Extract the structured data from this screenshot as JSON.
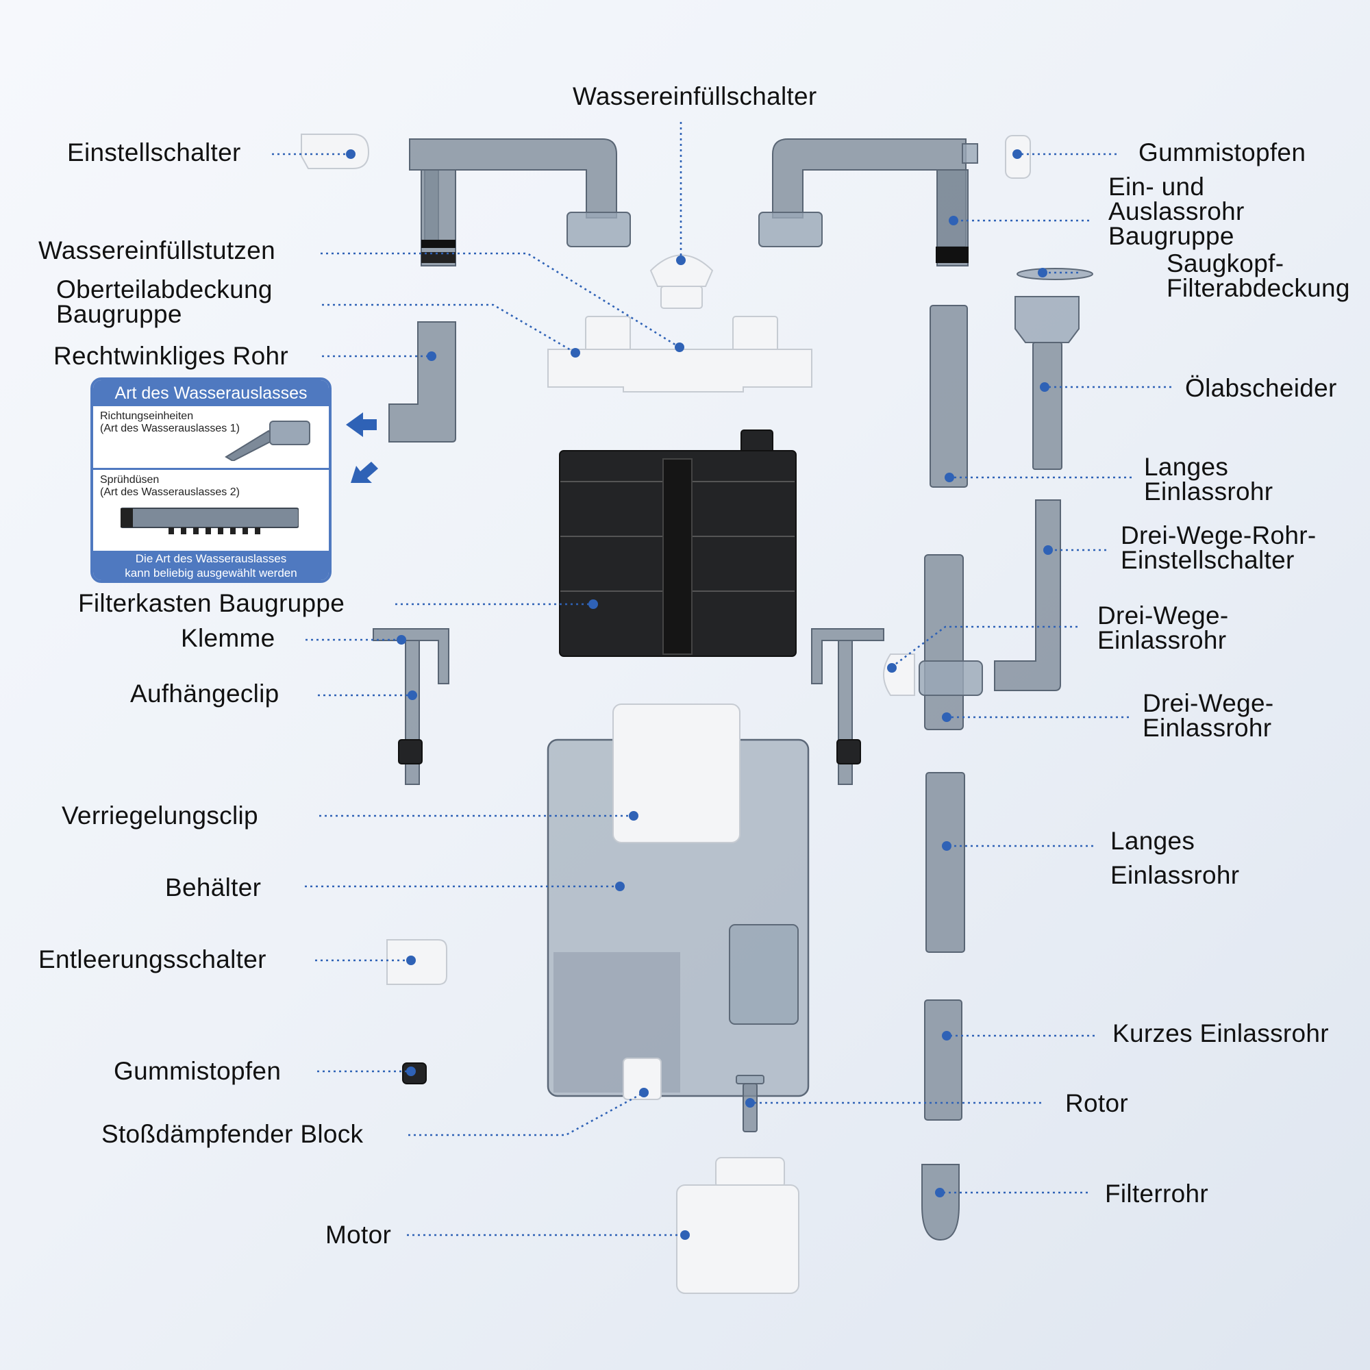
{
  "labels": {
    "wassereinfuellschalter": "Wassereinfüllschalter",
    "einstellschalter": "Einstellschalter",
    "gummistopfen_top": "Gummistopfen",
    "ein_auslassrohr": "Ein- und\nAuslassrohr\nBaugruppe",
    "wassereinfuellstutzen": "Wassereinfüllstutzen",
    "saugkopf": "Saugkopf-\nFilterabdeckung",
    "oberteilabdeckung": "Oberteilabdeckung\nBaugruppe",
    "rechtwinkliges_rohr": "Rechtwinkliges Rohr",
    "oelabscheider": "Ölabscheider",
    "langes_einlassrohr_1": "Langes\nEinlassrohr",
    "drei_wege_rohr": "Drei-Wege-Rohr-\nEinstellschalter",
    "filterkasten": "Filterkasten Baugruppe",
    "klemme": "Klemme",
    "drei_wege_einlass_1": "Drei-Wege-\nEinlassrohr",
    "aufhaengeclip": "Aufhängeclip",
    "drei_wege_einlass_2": "Drei-Wege-\nEinlassrohr",
    "verriegelungsclip": "Verriegelungsclip",
    "langes_einlassrohr_2": "Langes\n\nEinlassrohr",
    "behaelter": "Behälter",
    "entleerungsschalter": "Entleerungsschalter",
    "kurzes_einlassrohr": "Kurzes Einlassrohr",
    "gummistopfen_bottom": "Gummistopfen",
    "rotor": "Rotor",
    "stossdaempfender_block": "Stoßdämpfender Block",
    "filterrohr": "Filterrohr",
    "motor": "Motor"
  },
  "infobox": {
    "title": "Art des Wasserauslasses",
    "option1_line1": "Richtungseinheiten",
    "option1_line2": "(Art des Wasserauslasses 1)",
    "option2_line1": "Sprühdüsen",
    "option2_line2": "(Art des Wasserauslasses 2)",
    "footer_line1": "Die Art des Wasserauslasses",
    "footer_line2": "kann beliebig ausgewählt werden"
  },
  "colors": {
    "accent": "#2f62b6",
    "box": "#4f79c0"
  }
}
